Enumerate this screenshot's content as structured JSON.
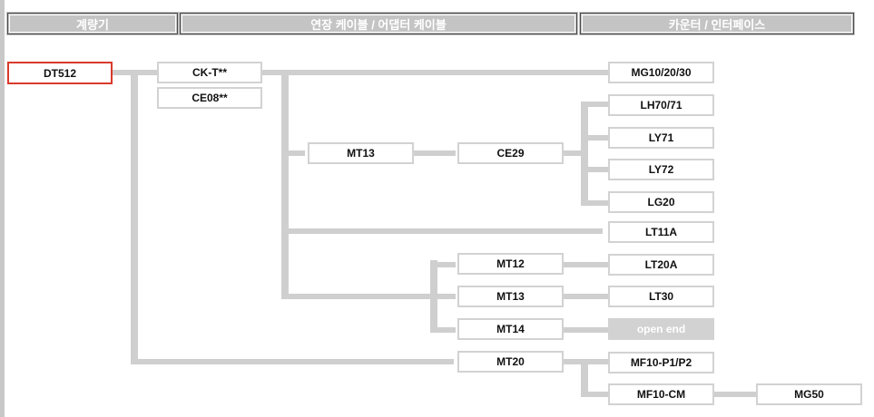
{
  "headers": {
    "col1": "계량기",
    "col2": "연장 케이블 / 어댑터 케이블",
    "col3": "카운터 / 인터페이스"
  },
  "nodes": {
    "dt512": "DT512",
    "ckt": "CK-T**",
    "ce08": "CE08**",
    "mt13_a": "MT13",
    "ce29": "CE29",
    "mg10": "MG10/20/30",
    "lh70": "LH70/71",
    "ly71": "LY71",
    "ly72": "LY72",
    "lg20": "LG20",
    "lt11a": "LT11A",
    "mt12": "MT12",
    "mt13_b": "MT13",
    "mt14": "MT14",
    "lt20a": "LT20A",
    "lt30": "LT30",
    "open_end": "open end",
    "mt20": "MT20",
    "mf10p": "MF10-P1/P2",
    "mf10cm": "MF10-CM",
    "mg50": "MG50"
  },
  "colors": {
    "connector": "#cfcfcf",
    "node_border": "#d2d2d2",
    "highlight_border": "#d93a2b",
    "header_bg": "#c4c4c4"
  }
}
